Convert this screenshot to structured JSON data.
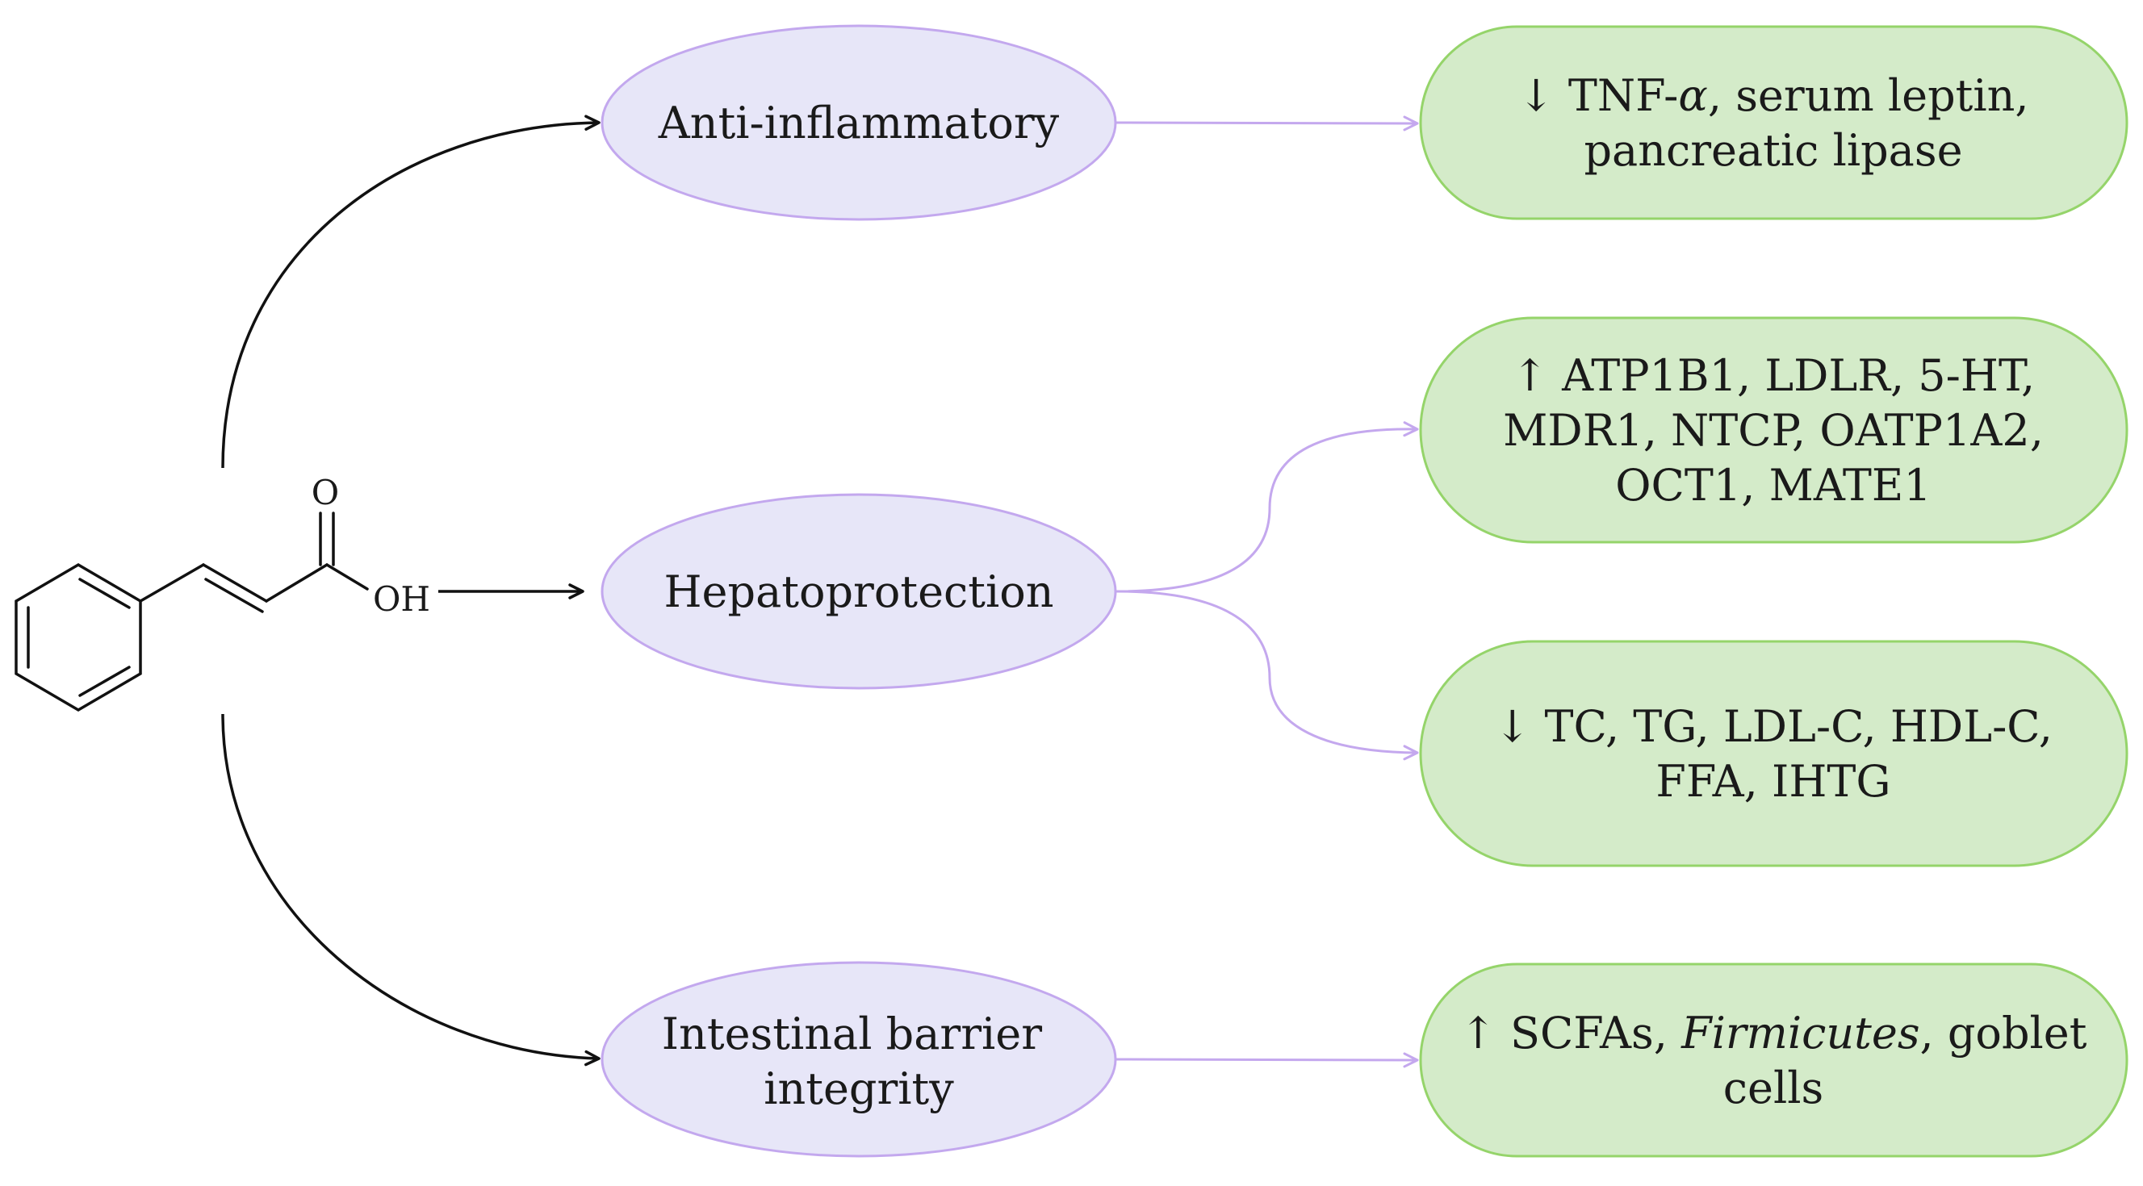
{
  "molecule": {
    "carbonyl_oxygen": "O",
    "hydroxyl": "OH"
  },
  "effects": [
    {
      "label_lines": [
        "Anti-inflammatory"
      ]
    },
    {
      "label_lines": [
        "Hepatoprotection"
      ]
    },
    {
      "label_lines": [
        "Intestinal barrier",
        "integrity"
      ]
    }
  ],
  "outcomes": [
    {
      "lines": [
        [
          {
            "t": "↓ TNF-"
          },
          {
            "t": "α",
            "i": true
          },
          {
            "t": ", serum leptin,"
          }
        ],
        [
          {
            "t": "pancreatic lipase"
          }
        ]
      ]
    },
    {
      "lines": [
        [
          {
            "t": "↑ ATP1B1, LDLR, 5-HT,"
          }
        ],
        [
          {
            "t": "MDR1, NTCP, OATP1A2,"
          }
        ],
        [
          {
            "t": "OCT1, MATE1"
          }
        ]
      ]
    },
    {
      "lines": [
        [
          {
            "t": "↓ TC, TG, LDL-C, HDL-C,"
          }
        ],
        [
          {
            "t": "FFA, IHTG"
          }
        ]
      ]
    },
    {
      "lines": [
        [
          {
            "t": "↑ SCFAs, "
          },
          {
            "t": "Firmicutes",
            "i": true
          },
          {
            "t": ", goblet"
          }
        ],
        [
          {
            "t": "cells"
          }
        ]
      ]
    }
  ],
  "colors": {
    "ellipse_fill": "#e7e6f8",
    "ellipse_stroke": "#c3a8ee",
    "pill_fill": "#d4ebc9",
    "pill_stroke": "#95d46a",
    "arrow_black": "#111111",
    "arrow_purple": "#c4a8ee"
  }
}
